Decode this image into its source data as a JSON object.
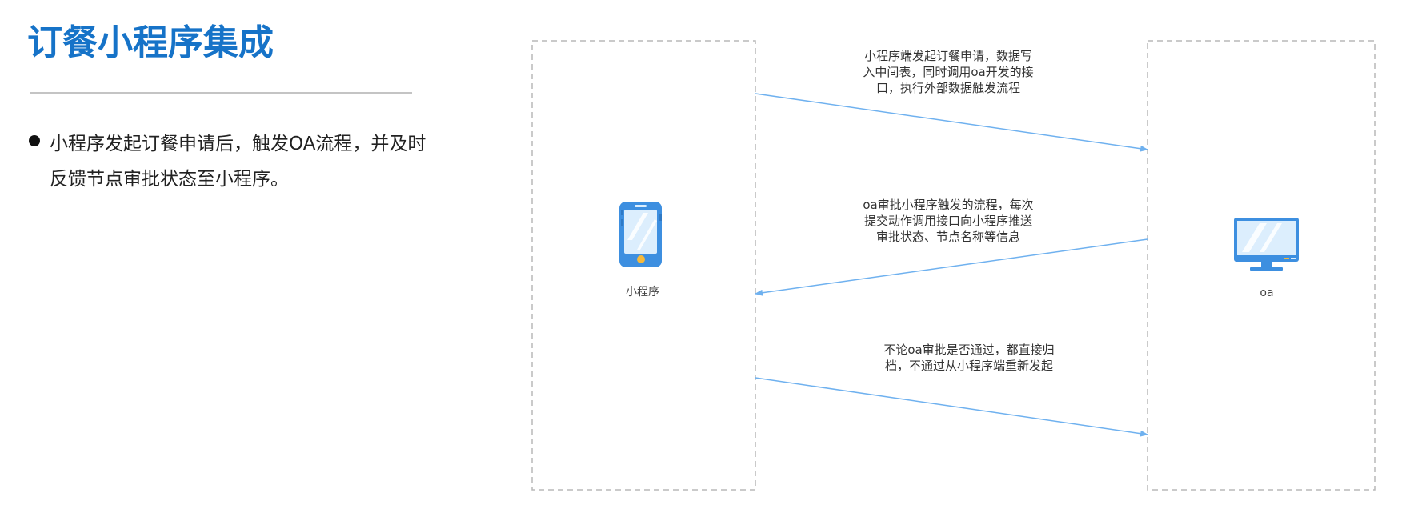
{
  "slide": {
    "title": "订餐小程序集成",
    "bullet_line1": "小程序发起订餐申请后，触发OA流程，并及时",
    "bullet_line2": "反馈节点审批状态至小程序。"
  },
  "diagram": {
    "lanes": [
      {
        "label": "小程序",
        "icon": "smartphone-icon"
      },
      {
        "label": "oa",
        "icon": "monitor-icon"
      }
    ],
    "messages": [
      {
        "line1": "小程序端发起订餐申请，数据写",
        "line2": "入中间表，同时调用oa开发的接",
        "line3": "口，执行外部数据触发流程"
      },
      {
        "line1": "oa审批小程序触发的流程，每次",
        "line2": "提交动作调用接口向小程序推送",
        "line3": "审批状态、节点名称等信息"
      },
      {
        "line1": "不论oa审批是否通过，都直接归",
        "line2": "档，不通过从小程序端重新发起"
      }
    ]
  },
  "colors": {
    "title": "#1673c8",
    "arrow": "#6fb1ef",
    "lane_border": "#b8b8b8",
    "icon_blue": "#3d8fe0",
    "icon_light": "#dceefd"
  }
}
